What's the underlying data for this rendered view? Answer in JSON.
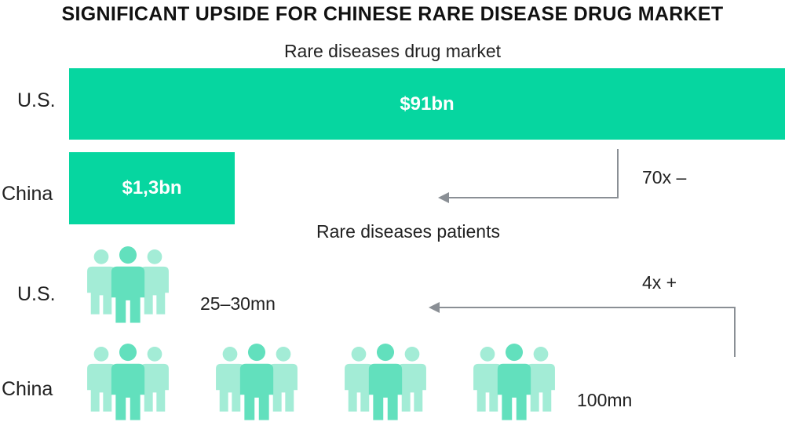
{
  "title": "SIGNIFICANT UPSIDE FOR CHINESE RARE DISEASE DRUG MARKET",
  "colors": {
    "bar": "#06d6a0",
    "person_light": "#a3ecd6",
    "person_mid": "#62e0bd",
    "arrow": "#8a8f95"
  },
  "chart_data": [
    {
      "type": "bar",
      "title": "Rare diseases drug market",
      "categories": [
        "U.S.",
        "China"
      ],
      "values": [
        91,
        1.3
      ],
      "value_labels": [
        "$91bn",
        "$1,3bn"
      ],
      "annotation": "70x –"
    },
    {
      "type": "pictograph",
      "title": "Rare diseases patients",
      "categories": [
        "U.S.",
        "China"
      ],
      "icon": "people-group-icon",
      "icon_counts": [
        1,
        4
      ],
      "value_labels": [
        "25–30mn",
        "100mn"
      ],
      "annotation": "4x +"
    }
  ]
}
